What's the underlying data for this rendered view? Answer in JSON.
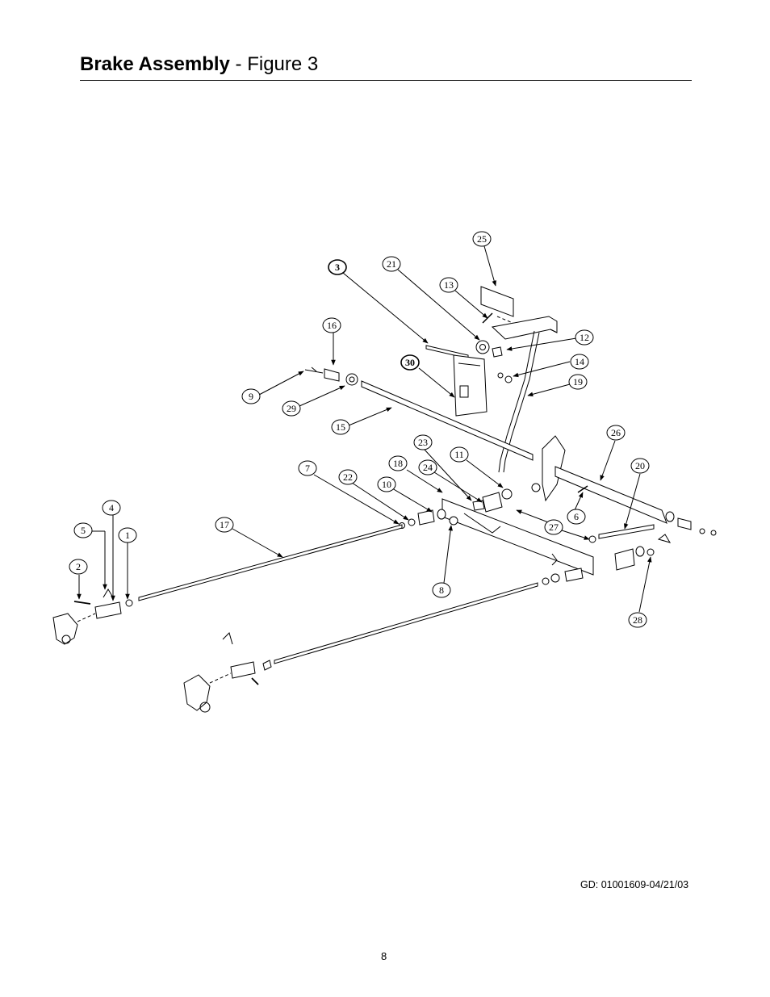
{
  "header": {
    "title_bold": "Brake Assembly",
    "title_rest": " - Figure 3"
  },
  "callouts": [
    "1",
    "2",
    "3",
    "4",
    "5",
    "6",
    "7",
    "8",
    "9",
    "10",
    "11",
    "12",
    "13",
    "14",
    "15",
    "16",
    "17",
    "18",
    "19",
    "20",
    "21",
    "22",
    "23",
    "24",
    "25",
    "26",
    "27",
    "28",
    "29",
    "30"
  ],
  "footer": {
    "doc_code": "GD: 01001609-04/21/03",
    "page_number": "8"
  }
}
